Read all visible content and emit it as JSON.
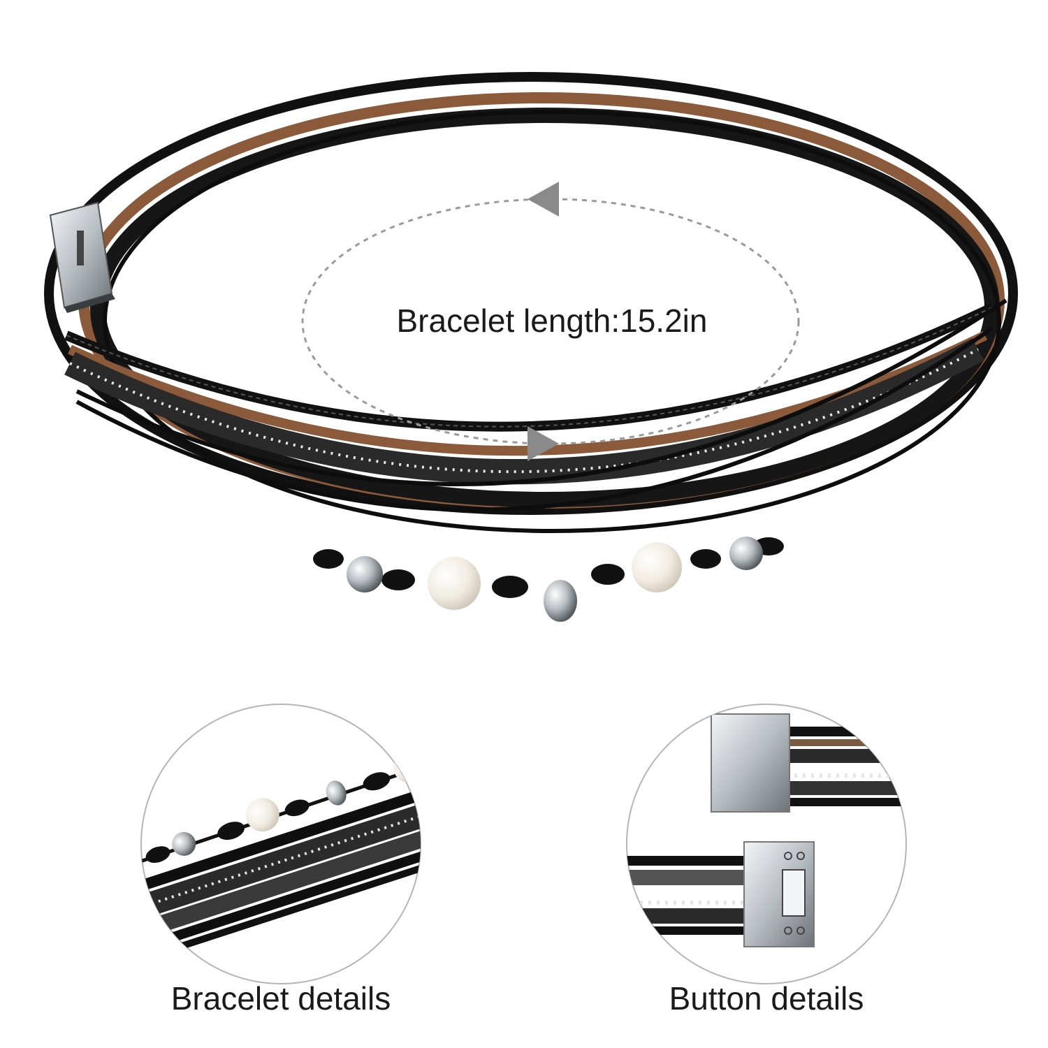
{
  "product_image": {
    "icon": "bracelet-image",
    "length_label": "Bracelet length:15.2in",
    "colors": {
      "leather_black": "#111111",
      "leather_brown": "#8a5a3a",
      "metal_silver": "#c8ccd0",
      "pearl": "#f3eee4",
      "dashed_line": "#9a9a9a"
    }
  },
  "details": [
    {
      "caption": "Bracelet details",
      "icon": "bracelet-closeup-image"
    },
    {
      "caption": "Button details",
      "icon": "clasp-closeup-image"
    }
  ]
}
